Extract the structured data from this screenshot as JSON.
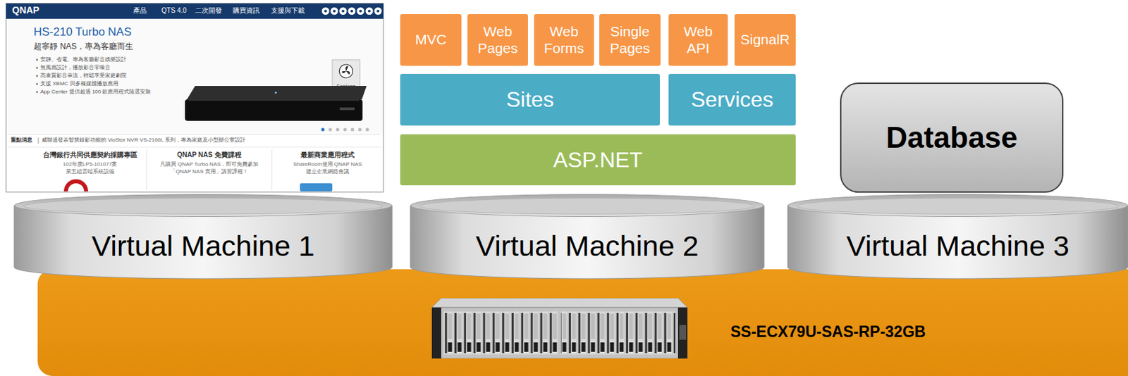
{
  "diagram": {
    "nodes": [
      {
        "text": [
          "MVC"
        ]
      },
      {
        "text": [
          "Web Pages"
        ]
      },
      {
        "text": [
          "Web Forms"
        ]
      },
      {
        "text": [
          "Single Pages"
        ]
      },
      {
        "text": [
          "Web API"
        ]
      },
      {
        "text": [
          "SignalR"
        ]
      },
      {
        "text": [
          "Sites"
        ]
      },
      {
        "text": [
          "Services"
        ]
      },
      {
        "text": [
          "ASP.NET"
        ]
      },
      {
        "text": [
          "Database"
        ]
      },
      {
        "text": [
          "Virtual Machine 1"
        ]
      },
      {
        "text": [
          "Virtual Machine 2"
        ]
      },
      {
        "text": [
          "Virtual Machine 3"
        ]
      },
      {
        "text": [
          "SS-ECX79U-SAS-RP-32GB"
        ]
      }
    ],
    "labels": [
      "QNAP",
      "產品",
      "QTS 4.0",
      "二次開發",
      "購買資訊",
      "支援與下載",
      "HS-210 Turbo NAS",
      "超寧靜 NAS，專為客廳而生",
      "安靜、省電、專為客廳影音娛樂設計",
      "無風扇設計，播放影音零噪音",
      "高畫質影音串流，輕鬆享受家庭劇院",
      "支援 XBMC 與多種媒體播放應用",
      "App Center 提供超過 100 款應用程式隨選安裝",
      "Fanless",
      "重點消息",
      "威聯通發表智慧錄影功能的 VioStor NVR VS-2100L 系列，專為家庭及小型辦公室設計",
      "台灣銀行共同供應契約採購專區",
      "102年度LP5-101077案",
      "第五組雲端系統設備",
      "QNAP NAS 免費課程",
      "凡購買 QNAP Turbo NAS，即可免費參加",
      "「QNAP NAS 實用」講習課程！",
      "最新商業應用程式",
      "ShareRoom使用 QNAP NAS",
      "建立企業網路會議"
    ]
  }
}
